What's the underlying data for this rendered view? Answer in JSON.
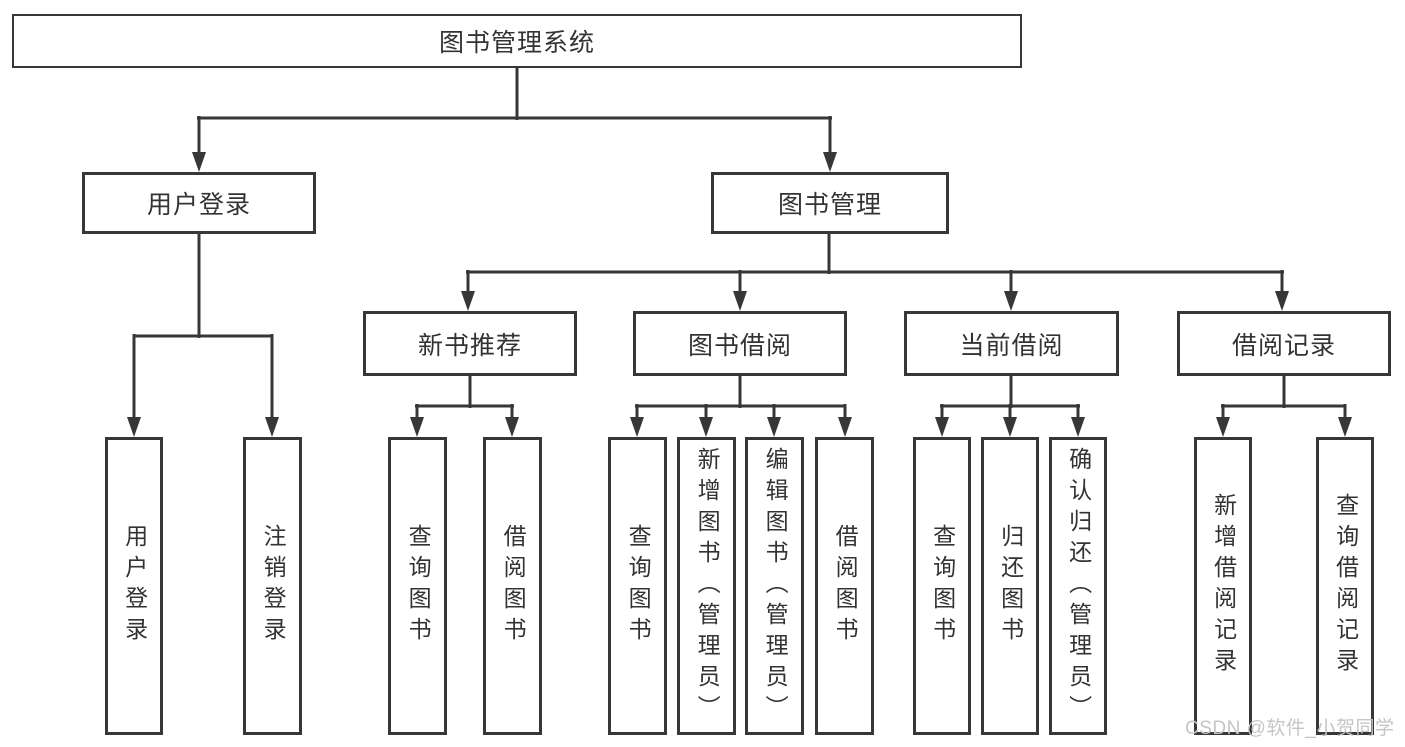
{
  "diagram": {
    "title": "图书管理系统",
    "type": "hierarchy-tree",
    "colors": {
      "line": "#373737",
      "text": "#333333",
      "box_fill": "#ffffff",
      "watermark": "#c5c5c5"
    },
    "nodes": {
      "root": {
        "id": "library-management-system",
        "label": "图书管理系统"
      },
      "branches": [
        {
          "id": "user-login-branch",
          "label": "用户登录",
          "parent": "图书管理系统"
        },
        {
          "id": "book-management",
          "label": "图书管理",
          "parent": "图书管理系统"
        }
      ],
      "modules": [
        {
          "id": "new-book-recommend",
          "label": "新书推荐",
          "parent": "图书管理"
        },
        {
          "id": "book-borrowing",
          "label": "图书借阅",
          "parent": "图书管理"
        },
        {
          "id": "current-borrowing",
          "label": "当前借阅",
          "parent": "图书管理"
        },
        {
          "id": "borrowing-records",
          "label": "借阅记录",
          "parent": "图书管理"
        }
      ],
      "leaves": [
        {
          "id": "user-login",
          "label": "用户登录",
          "parent": "用户登录"
        },
        {
          "id": "logout",
          "label": "注销登录",
          "parent": "用户登录"
        },
        {
          "id": "query-books-1",
          "label": "查询图书",
          "parent": "新书推荐"
        },
        {
          "id": "borrow-books-1",
          "label": "借阅图书",
          "parent": "新书推荐"
        },
        {
          "id": "query-books-2",
          "label": "查询图书",
          "parent": "图书借阅"
        },
        {
          "id": "add-books-admin",
          "label": "新增图书（管理员）",
          "parent": "图书借阅"
        },
        {
          "id": "edit-books-admin",
          "label": "编辑图书（管理员）",
          "parent": "图书借阅"
        },
        {
          "id": "borrow-books-2",
          "label": "借阅图书",
          "parent": "图书借阅"
        },
        {
          "id": "query-books-3",
          "label": "查询图书",
          "parent": "当前借阅"
        },
        {
          "id": "return-books",
          "label": "归还图书",
          "parent": "当前借阅"
        },
        {
          "id": "confirm-return-admin",
          "label": "确认归还（管理员）",
          "parent": "当前借阅"
        },
        {
          "id": "add-borrow-record",
          "label": "新增借阅记录",
          "parent": "借阅记录"
        },
        {
          "id": "query-borrow-record",
          "label": "查询借阅记录",
          "parent": "借阅记录"
        }
      ]
    },
    "watermark": {
      "text": "CSDN @软件_小贺同学"
    }
  }
}
